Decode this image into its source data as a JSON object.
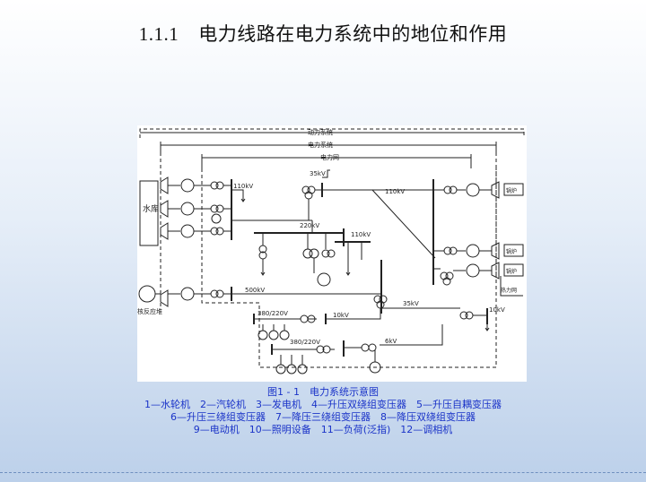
{
  "title": {
    "number": "1.1.1",
    "text": "电力线路在电力系统中的地位和作用"
  },
  "figure": {
    "labels": {
      "power_system_outer": "动力系统",
      "power_system": "电力系统",
      "power_grid": "电力网",
      "reservoir": "水库",
      "nuclear": "核反应堆",
      "boiler_1": "锅炉",
      "boiler_2": "锅炉",
      "boiler_3": "锅炉",
      "heat_network": "热力网",
      "v110_left": "110kV",
      "v35_top": "35kV",
      "v110_mid": "110kV",
      "v220": "220kV",
      "v110_right": "110kV",
      "v500": "500kV",
      "v380_1": "380/220V",
      "v10_1": "10kV",
      "v35_mid": "35kV",
      "v10_2": "10kV",
      "v6": "6kV",
      "v380_2": "380/220V"
    }
  },
  "caption": {
    "line1": "图1 - 1　电力系统示意图",
    "line2": "1—水轮机　2—汽轮机　3—发电机　4—升压双绕组变压器　5—升压自耦变压器",
    "line3": "6—升压三绕组变压器　7—降压三绕组变压器　8—降压双绕组变压器",
    "line4": "9—电动机　10—照明设备　11—负荷(泛指)　12—调相机"
  }
}
